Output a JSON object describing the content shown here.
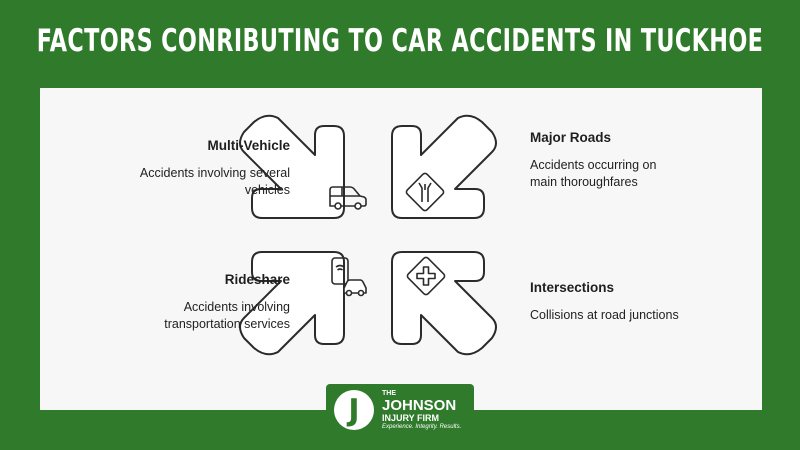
{
  "title": "FACTORS CONRIBUTING TO CAR ACCIDENTS IN TUCKHOE",
  "factors": [
    {
      "name": "Multi-Vehicle",
      "description": "Accidents involving several vehicles",
      "icon": "van-icon"
    },
    {
      "name": "Major Roads",
      "description": "Accidents occurring on main thoroughfares",
      "icon": "road-merge-sign-icon"
    },
    {
      "name": "Rideshare",
      "description": "Accidents involving transportation services",
      "icon": "rideshare-phone-car-icon"
    },
    {
      "name": "Intersections",
      "description": "Collisions at road junctions",
      "icon": "intersection-sign-icon"
    }
  ],
  "logo": {
    "letter": "J",
    "line1": "THE",
    "line2": "JOHNSON",
    "line3": "INJURY FIRM",
    "tagline": "Experience. Integrity. Results."
  },
  "colors": {
    "brand_green": "#2f7a2b",
    "panel": "#f7f7f7",
    "outline": "#2b2b2b"
  }
}
